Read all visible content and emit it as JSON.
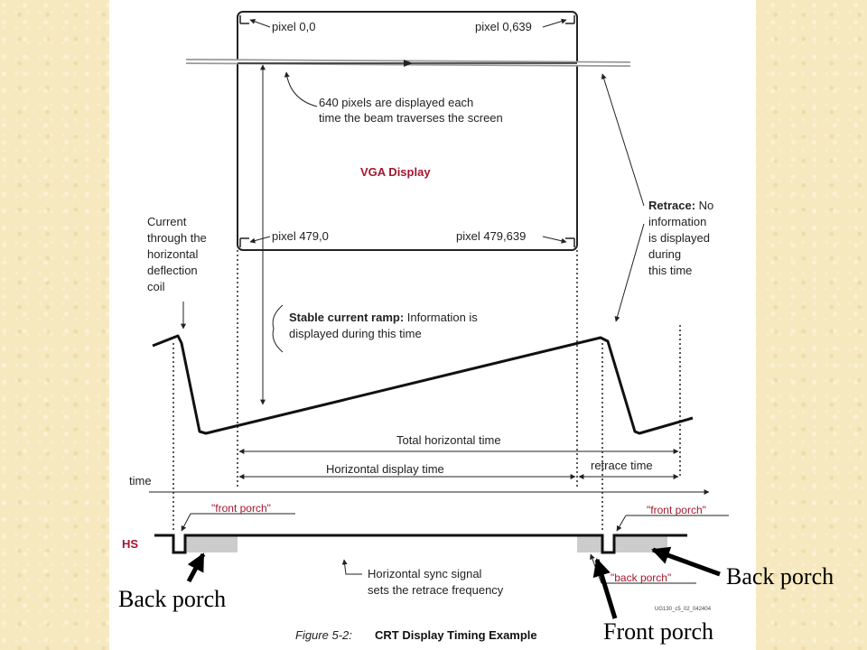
{
  "diagram": {
    "pixel_tl": "pixel 0,0",
    "pixel_tr": "pixel 0,639",
    "pixel_bl": "pixel 479,0",
    "pixel_br": "pixel 479,639",
    "pixels_displayed_line1": "640 pixels are displayed each",
    "pixels_displayed_line2": "time the beam traverses the screen",
    "vga_display": "VGA Display",
    "current_line1": "Current",
    "current_line2": "through the",
    "current_line3": "horizontal",
    "current_line4": "deflection",
    "current_line5": "coil",
    "retrace_bold": "Retrace:",
    "retrace_line1": " No",
    "retrace_line2": "information",
    "retrace_line3": "is displayed",
    "retrace_line4": "during",
    "retrace_line5": "this time",
    "stable_bold": "Stable current ramp:",
    "stable_line1": " Information is",
    "stable_line2": "displayed during this time",
    "total_horizontal_time": "Total horizontal time",
    "horizontal_display_time": "Horizontal display time",
    "retrace_time": "retrace time",
    "time_label": "time",
    "hs_label": "HS",
    "front_porch_1": "\"front porch\"",
    "front_porch_2": "\"front porch\"",
    "back_porch_small": "\"back porch\"",
    "sync_line1": "Horizontal sync signal",
    "sync_line2": "sets the retrace frequency",
    "doc_code": "UG130_c5_02_042404",
    "figure_number": "Figure 5-2:",
    "figure_title": "CRT Display Timing Example"
  },
  "overlay": {
    "back_porch_right": "Back porch",
    "back_porch_left": "Back porch",
    "front_porch_bottom": "Front porch"
  },
  "colors": {
    "page_background": "#f7e9bf",
    "panel_background": "#ffffff",
    "accent_red": "#a3172f",
    "porch_fill": "#cccccc"
  }
}
